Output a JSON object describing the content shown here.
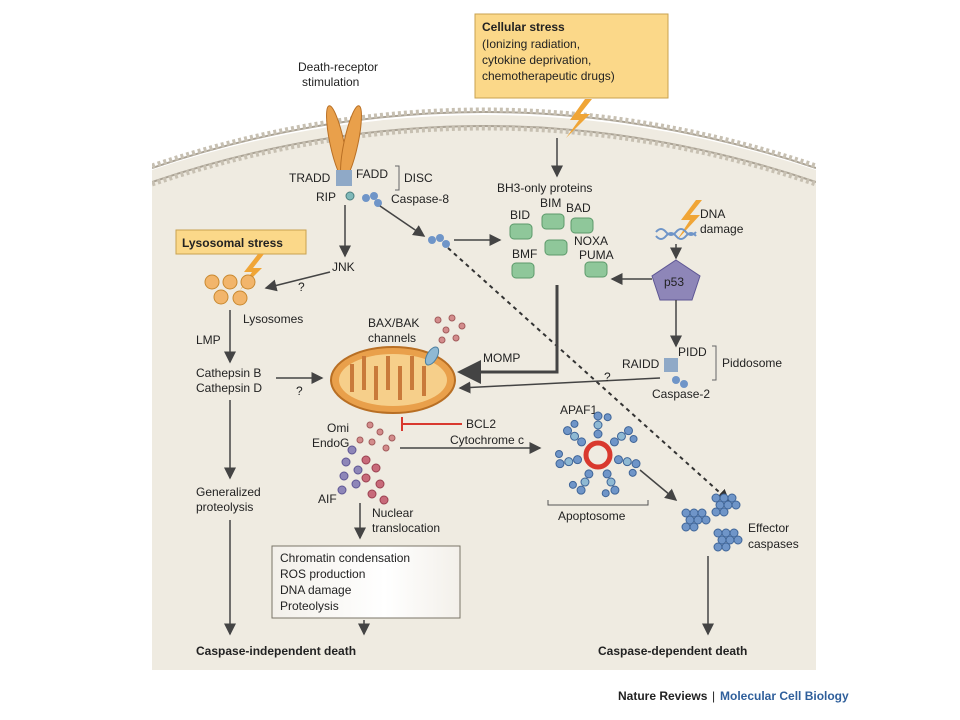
{
  "labels": {
    "death_receptor": [
      "Death-receptor",
      "stimulation"
    ],
    "cellular_stress_title": "Cellular stress",
    "cellular_stress_lines": [
      "(Ionizing radiation,",
      "cytokine deprivation,",
      "chemotherapeutic drugs)"
    ],
    "tradd": "TRADD",
    "fadd": "FADD",
    "disc": "DISC",
    "rip": "RIP",
    "caspase8": "Caspase-8",
    "bh3_only": "BH3-only proteins",
    "bid": "BID",
    "bim": "BIM",
    "bad": "BAD",
    "noxa": "NOXA",
    "bmf": "BMF",
    "puma": "PUMA",
    "dna_damage_top": [
      "DNA",
      "damage"
    ],
    "p53": "p53",
    "lysosomal_stress": "Lysosomal stress",
    "jnk": "JNK",
    "q1": "?",
    "q2": "?",
    "q3": "?",
    "lysosomes": "Lysosomes",
    "lmp": "LMP",
    "cathepsin_b": "Cathepsin B",
    "cathepsin_d": "Cathepsin D",
    "bax_bak": [
      "BAX/BAK",
      "channels"
    ],
    "momp": "MOMP",
    "raidd": "RAIDD",
    "pidd": "PIDD",
    "piddosome": "Piddosome",
    "caspase2": "Caspase-2",
    "omi": "Omi",
    "endog": "EndoG",
    "aif": "AIF",
    "bcl2": "BCL2",
    "cytochrome_c": "Cytochrome c",
    "apaf1": "APAF1",
    "apoptosome": "Apoptosome",
    "generalized": [
      "Generalized",
      "proteolysis"
    ],
    "nuclear_translocation": [
      "Nuclear",
      "translocation"
    ],
    "effector": [
      "Effector",
      "caspases"
    ],
    "box_items": [
      "Chromatin condensation",
      "ROS production",
      "DNA damage",
      "Proteolysis"
    ],
    "caspase_independent": "Caspase-independent death",
    "caspase_dependent": "Caspase-dependent death"
  },
  "footer": {
    "journal": "Nature Reviews",
    "separator": "|",
    "section": "Molecular Cell Biology"
  },
  "colors": {
    "cell_bg": "#efebe1",
    "membrane": "#b9b2a4",
    "green": "#8fc79a",
    "blue": "#6f95c8",
    "orange": "#e9a04b",
    "pink": "#c97a7a",
    "purple": "#8e86b8",
    "yellow_box": "#fbd889",
    "red": "#d9392e",
    "journal_blue": "#2f5f9b"
  }
}
